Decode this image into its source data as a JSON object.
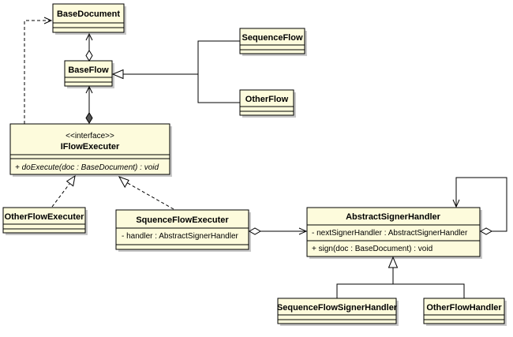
{
  "classes": {
    "base_document": {
      "name": "BaseDocument"
    },
    "base_flow": {
      "name": "BaseFlow"
    },
    "sequence_flow": {
      "name": "SequenceFlow"
    },
    "other_flow": {
      "name": "OtherFlow"
    },
    "iflow_executer": {
      "stereotype": "<<interface>>",
      "name": "IFlowExecuter",
      "operations": [
        "+ doExecute(doc : BaseDocument) : void"
      ]
    },
    "other_flow_executer": {
      "name": "OtherFlowExecuter"
    },
    "sequence_flow_executer": {
      "name": "SquenceFlowExecuter",
      "attributes": [
        "- handler : AbstractSignerHandler"
      ]
    },
    "abstract_signer_handler": {
      "name": "AbstractSignerHandler",
      "attributes": [
        "- nextSignerHandler : AbstractSignerHandler"
      ],
      "operations": [
        "+ sign(doc : BaseDocument) : void"
      ]
    },
    "sequence_flow_signer_handler": {
      "name": "SequenceFlowSignerHandler"
    },
    "other_flow_handler": {
      "name": "OtherFlowHandler"
    }
  }
}
